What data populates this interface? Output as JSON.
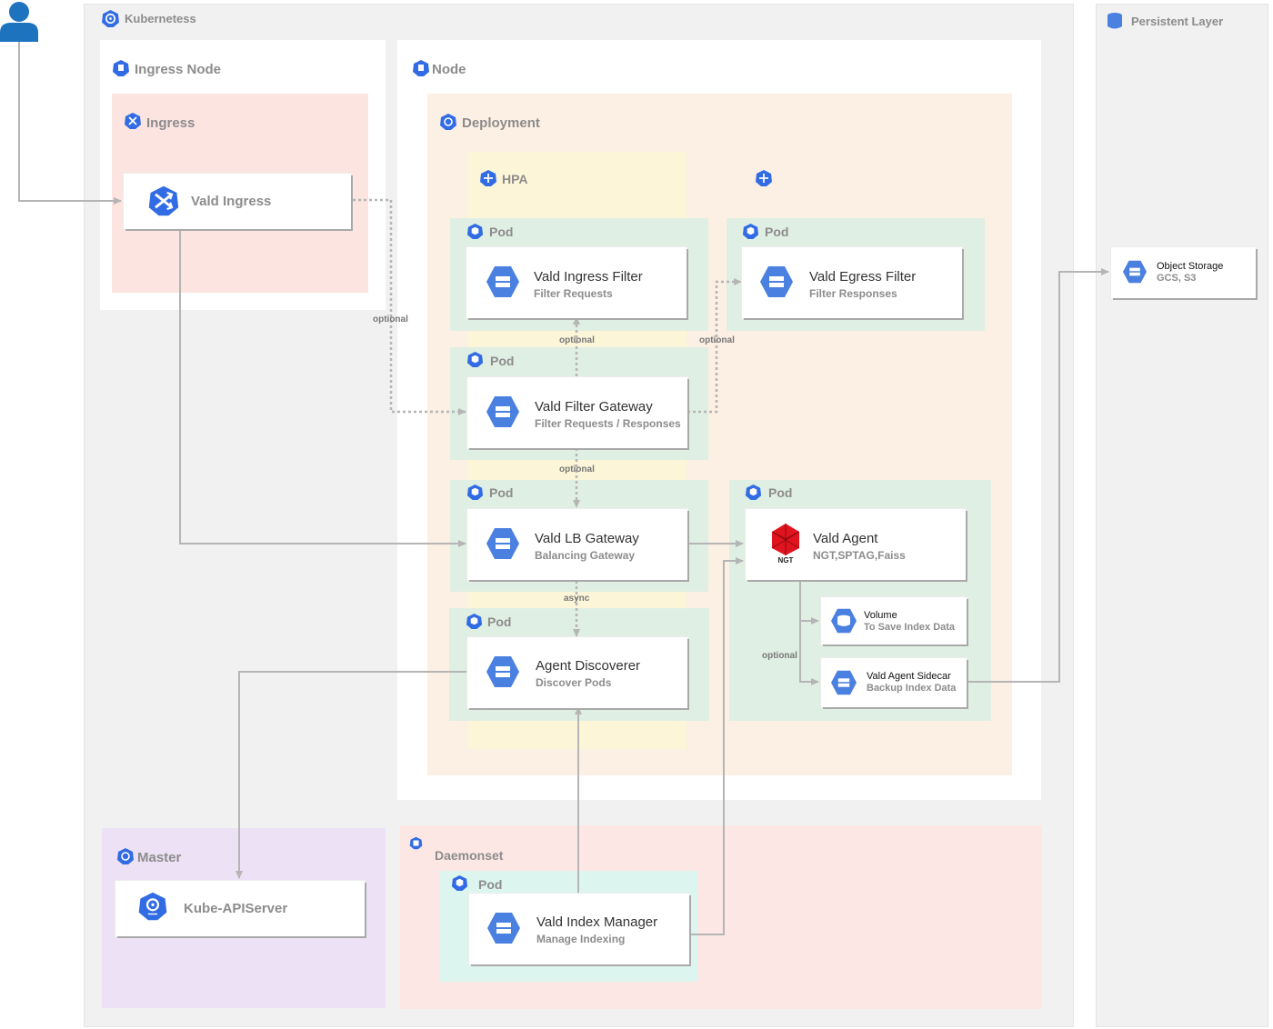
{
  "regions": {
    "kubernetes": "Kubernetess",
    "persistent": "Persistent Layer",
    "ingress_node": "Ingress Node",
    "ingress": "Ingress",
    "node": "Node",
    "deployment": "Deployment",
    "hpa": "HPA",
    "master": "Master",
    "daemonset": "Daemonset"
  },
  "pod_label": "Pod",
  "cards": {
    "vald_ingress": {
      "title": "Vald Ingress"
    },
    "ingress_filter": {
      "title": "Vald Ingress Filter",
      "sub": "Filter Requests"
    },
    "egress_filter": {
      "title": "Vald Egress Filter",
      "sub": "Filter Responses"
    },
    "filter_gateway": {
      "title": "Vald Filter Gateway",
      "sub": "Filter Requests / Responses"
    },
    "lb_gateway": {
      "title": "Vald LB Gateway",
      "sub": "Balancing Gateway"
    },
    "agent": {
      "title": "Vald Agent",
      "sub": "NGT,SPTAG,Faiss",
      "logo": "NGT"
    },
    "agent_discoverer": {
      "title": "Agent Discoverer",
      "sub": "Discover Pods"
    },
    "volume": {
      "title": "Volume",
      "sub": "To Save Index Data"
    },
    "sidecar": {
      "title": "Vald Agent Sidecar",
      "sub": "Backup Index Data"
    },
    "object_storage": {
      "title": "Object Storage",
      "sub": "GCS, S3"
    },
    "kube_api": {
      "title": "Kube-APIServer"
    },
    "index_manager": {
      "title": "Vald Index Manager",
      "sub": "Manage Indexing"
    }
  },
  "edge_labels": {
    "optional_ingress": "optional",
    "optional_filter_up": "optional",
    "optional_egress": "optional",
    "optional_lb": "optional",
    "async": "async",
    "optional_sidecar": "optional"
  },
  "colors": {
    "kubernetes_bg": "#f1f1f1",
    "ingress_bg": "#fce4e1",
    "deployment_bg": "#fcefe3",
    "hpa_bg": "#fcf5d8",
    "pod_bg": "#e0efe3",
    "master_bg": "#ede1f5",
    "daemonset_bg": "#fce7e4",
    "daemon_pod_bg": "#dcf6ef",
    "k8s_blue": "#326ce5",
    "gcp_blue": "#4a80e0",
    "user_blue": "#1e73be",
    "ngt_red": "#e0141e",
    "line_gray": "#b5b5b5"
  },
  "icons": {
    "user": "user-icon",
    "k8s": "kubernetes-icon",
    "ingress": "ingress-icon",
    "compute": "compute-engine-icon",
    "database": "database-icon",
    "ngt": "ngt-logo-icon"
  }
}
